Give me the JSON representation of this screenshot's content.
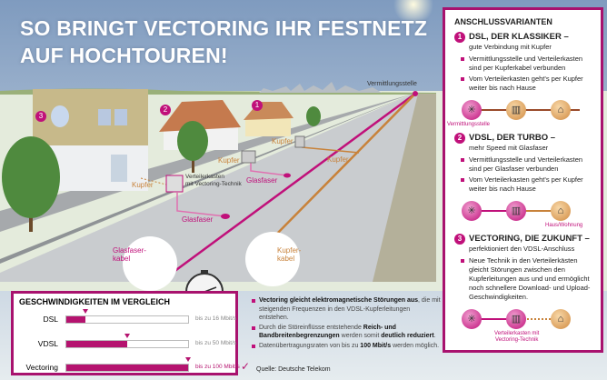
{
  "title": {
    "line1": "SO BRINGT VECTORING IHR FESTNETZ",
    "line2": "AUF HOCHTOUREN!"
  },
  "colors": {
    "magenta": "#c0107a",
    "copper": "#c8823a",
    "panel_border": "#a8126e"
  },
  "scene": {
    "house_numbers": [
      "1",
      "2",
      "3"
    ],
    "labels": {
      "vermittlungsstelle": "Vermittlungsstelle",
      "kupfer_house1": "Kupfer",
      "kupfer_road": "Kupfer",
      "kupfer_house2": "Kupfer",
      "kupfer_house3": "Kupfer",
      "glasfaser_1": "Glasfaser",
      "glasfaser_2": "Glasfaser",
      "verteiler_line1": "Verteilerkasten",
      "verteiler_line2": "mit Vectoring-Technik",
      "glasfaserkabel_1": "Glasfaser-",
      "glasfaserkabel_2": "kabel",
      "kupferkabel_1": "Kupfer-",
      "kupferkabel_2": "kabel"
    }
  },
  "panel": {
    "heading": "ANSCHLUSSVARIANTEN",
    "sections": [
      {
        "num": "1",
        "title": "DSL, DER KLASSIKER –",
        "subtitle": "gute Verbindung mit Kupfer",
        "bullets": [
          "Vermittlungsstelle und Verteilerkasten sind per Kupferkabel verbunden",
          "Vom Verteilerkasten geht's per Kupfer weiter bis nach Hause"
        ],
        "caption": "Vermittlungsstelle"
      },
      {
        "num": "2",
        "title": "VDSL, DER TURBO –",
        "subtitle": "mehr Speed mit Glasfaser",
        "bullets": [
          "Vermittlungsstelle und Verteilerkasten sind per Glasfaser verbunden",
          "Vom Verteilerkasten geht's per Kupfer weiter bis nach Hause"
        ],
        "caption": "Haus/Wohnung"
      },
      {
        "num": "3",
        "title": "VECTORING, DIE ZUKUNFT –",
        "subtitle": "perfektioniert den VDSL-Anschluss",
        "bullets": [
          "Neue Technik in den Verteilerkästen gleicht Störungen zwischen den Kupferleitungen aus und und ermöglicht noch schnellere Download- und Upload-Geschwindigkeiten."
        ],
        "caption1": "Verteilerkasten mit",
        "caption2": "Vectoring-Technik"
      }
    ]
  },
  "speed": {
    "heading": "GESCHWINDIGKEITEN IM VERGLEICH",
    "max_mbits": 100,
    "rows": [
      {
        "name": "DSL",
        "mbits": 16,
        "label": "bis zu 16 Mbit/s"
      },
      {
        "name": "VDSL",
        "mbits": 50,
        "label": "bis zu 50 Mbit/s"
      },
      {
        "name": "Vectoring",
        "mbits": 100,
        "label": "bis zu 100 Mbit/s"
      }
    ]
  },
  "bullets": [
    {
      "bold": "Vectoring gleicht elektromagnetische Störungen aus",
      "text": ", die mit steigenden Frequenzen in den VDSL-Kupferleitungen entstehen."
    },
    {
      "text": "Durch die Störeinflüsse entstehende ",
      "bold": "Reich- und Bandbreitenbegrenzungen",
      "text2": " werden somit ",
      "bold2": "deutlich reduziert",
      "text3": "."
    },
    {
      "text": "Datenübertragungsraten von bis zu ",
      "bold": "100 Mbit/s",
      "text2": " werden möglich."
    }
  ],
  "source": "Quelle: Deutsche Telekom"
}
